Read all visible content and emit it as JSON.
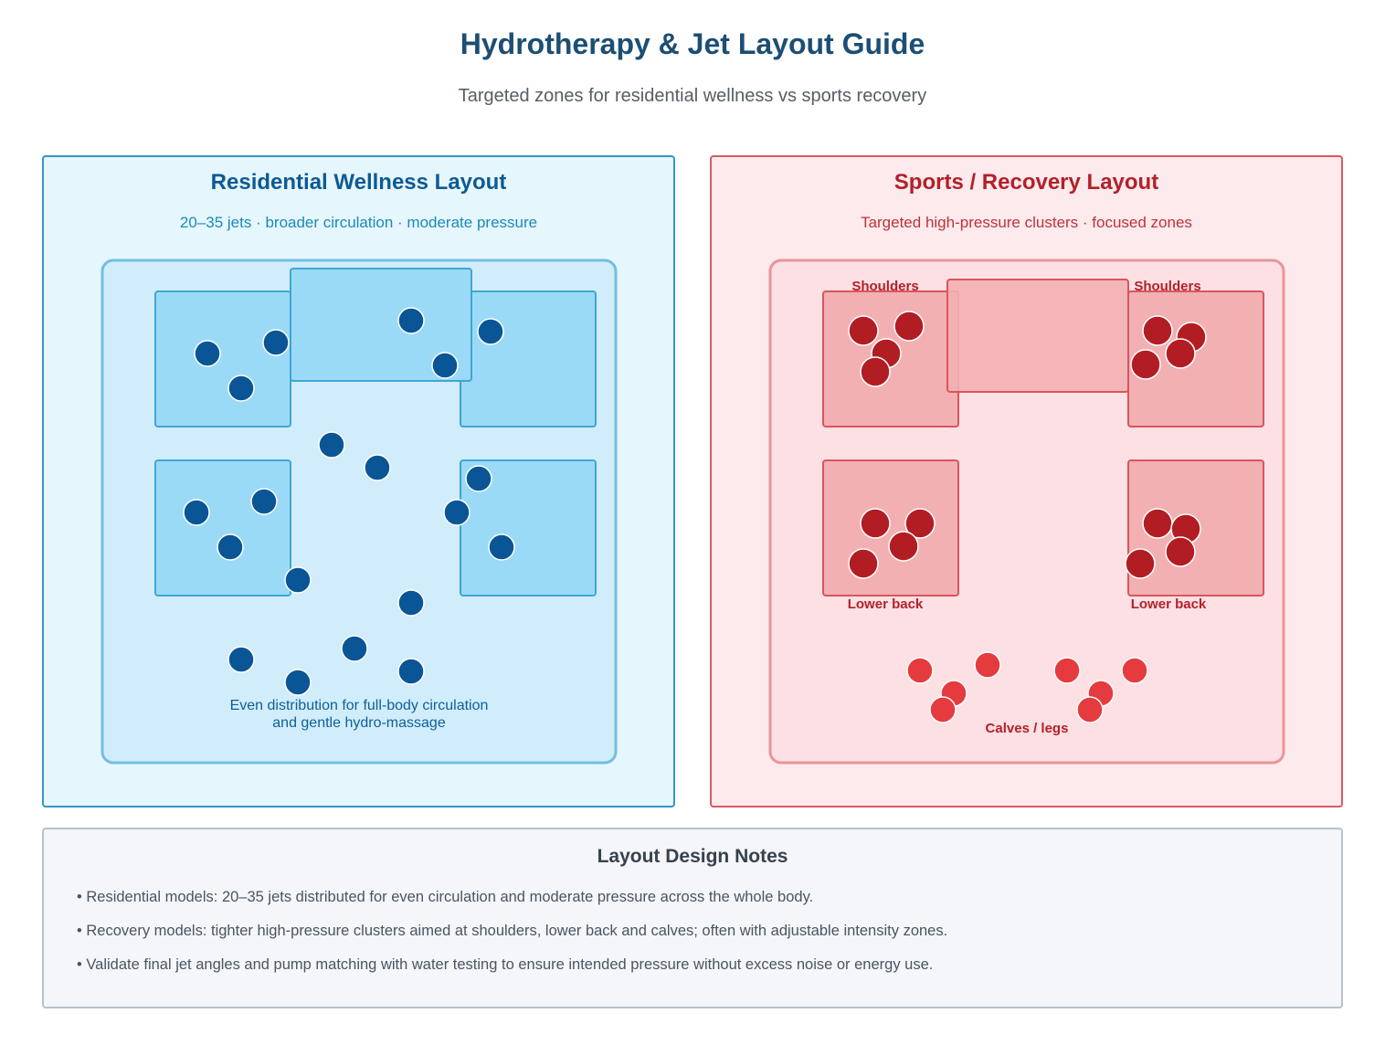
{
  "header": {
    "title": "Hydrotherapy & Jet Layout Guide",
    "subtitle": "Targeted zones for residential wellness vs sports recovery"
  },
  "residential": {
    "title": "Residential Wellness Layout",
    "subtitle": "20–35 jets · broader circulation · moderate pressure",
    "caption_line1": "Even distribution for full-body circulation",
    "caption_line2": "and gentle hydro-massage",
    "jet_color": "#0a5596",
    "zone_color": "#9bdaf6"
  },
  "recovery": {
    "title": "Sports / Recovery Layout",
    "subtitle": "Targeted high-pressure clusters · focused zones",
    "label_shoulders_left": "Shoulders",
    "label_shoulders_right": "Shoulders",
    "label_lower_back_left": "Lower back",
    "label_lower_back_right": "Lower back",
    "label_calves": "Calves / legs",
    "cluster_jet_color": "#b21d23",
    "leg_jet_color": "#e53b3e",
    "zone_color": "#f2b0b3"
  },
  "notes": {
    "title": "Layout Design Notes",
    "items": [
      "Residential models: 20–35 jets distributed for even circulation and moderate pressure across the whole body.",
      "Recovery models: tighter high-pressure clusters aimed at shoulders, lower back and calves; often with adjustable intensity zones.",
      "Validate final jet angles and pump matching with water testing to ensure intended pressure without excess noise or energy use."
    ]
  }
}
